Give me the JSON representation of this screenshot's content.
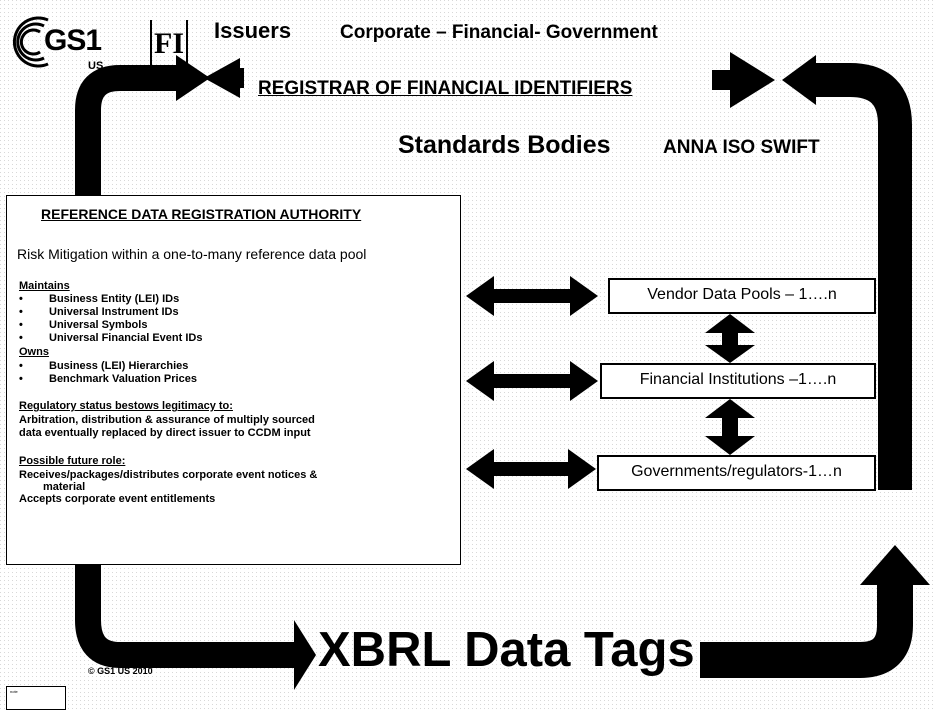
{
  "logo": {
    "gs1_text": "GS1",
    "us_text": "US",
    "fi_text": "FI"
  },
  "header": {
    "issuers_title": "Issuers",
    "issuers_sub": "Corporate – Financial- Government",
    "registrar": "REGISTRAR OF FINANCIAL IDENTIFIERS",
    "standards_title": "Standards Bodies",
    "standards_sub": "ANNA  ISO SWIFT"
  },
  "rdra": {
    "title": "REFERENCE DATA REGISTRATION AUTHORITY",
    "risk": "Risk Mitigation within a one-to-many reference data pool",
    "maintains_heading": "Maintains",
    "maintains_items": [
      "Business Entity (LEI) IDs",
      "Universal Instrument IDs",
      "Universal Symbols",
      "Universal Financial Event IDs"
    ],
    "owns_heading": "Owns",
    "owns_items": [
      "Business  (LEI) Hierarchies",
      "Benchmark Valuation Prices"
    ],
    "bullet": "•",
    "regulatory_heading": "Regulatory status bestows  legitimacy to:",
    "regulatory_line1": "Arbitration, distribution & assurance of multiply sourced",
    "regulatory_line2": "data eventually replaced by direct issuer to CCDM  input",
    "future_heading": "Possible future role:",
    "future_line1": "Receives/packages/distributes corporate event notices &",
    "future_line2": "material",
    "future_line3": "Accepts corporate event entitlements"
  },
  "boxes": {
    "vendor": "Vendor Data Pools – 1….n",
    "fininst": "Financial Institutions –1….n",
    "gov": "Governments/regulators-1…n"
  },
  "footer": {
    "xbrl": "XBRL Data Tags",
    "copyright": "© GS1 US 2010",
    "note": "note"
  }
}
